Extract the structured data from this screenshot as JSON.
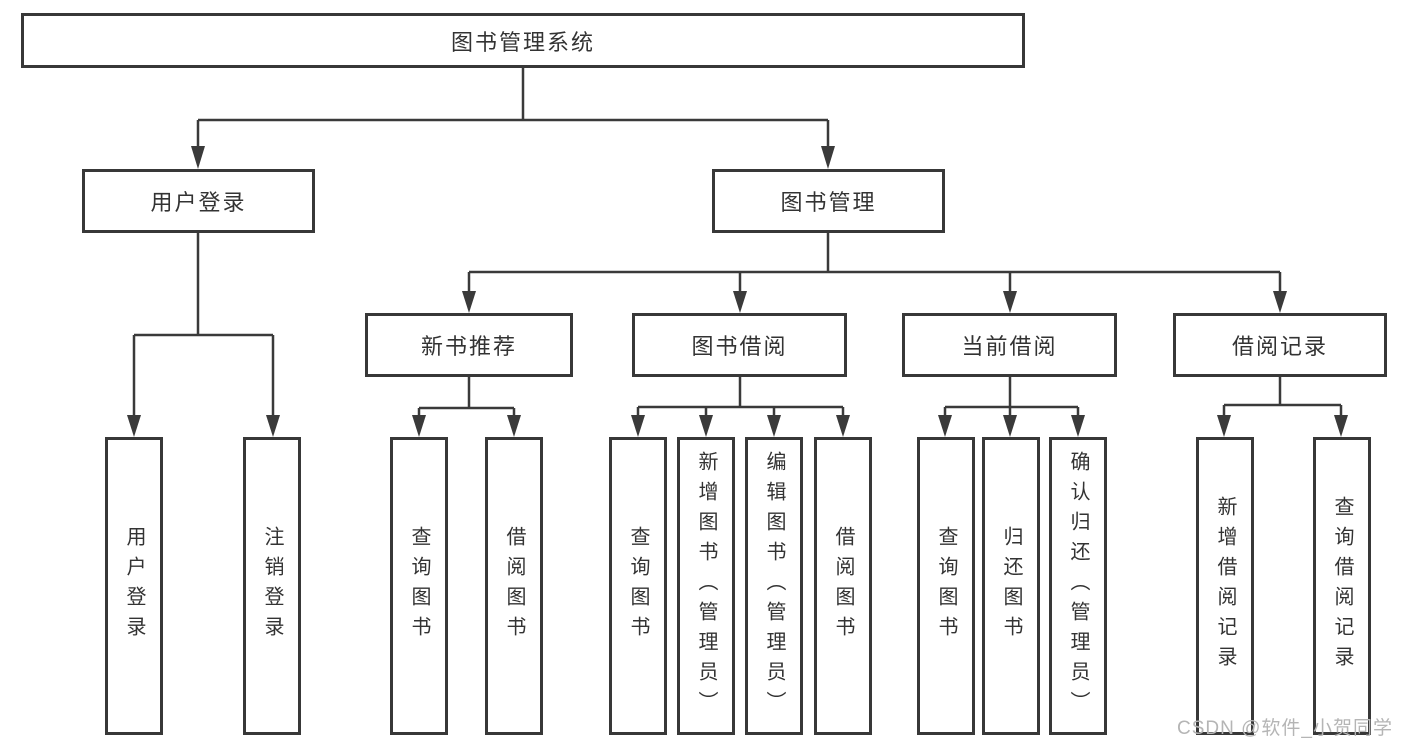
{
  "diagram_title": "图书管理系统",
  "tree": {
    "label": "图书管理系统",
    "children": [
      {
        "label": "用户登录",
        "children": [
          {
            "label": "用户登录"
          },
          {
            "label": "注销登录"
          }
        ]
      },
      {
        "label": "图书管理",
        "children": [
          {
            "label": "新书推荐",
            "children": [
              {
                "label": "查询图书"
              },
              {
                "label": "借阅图书"
              }
            ]
          },
          {
            "label": "图书借阅",
            "children": [
              {
                "label": "查询图书"
              },
              {
                "label": "新增图书（管理员）"
              },
              {
                "label": "编辑图书（管理员）"
              },
              {
                "label": "借阅图书"
              }
            ]
          },
          {
            "label": "当前借阅",
            "children": [
              {
                "label": "查询图书"
              },
              {
                "label": "归还图书"
              },
              {
                "label": "确认归还（管理员）"
              }
            ]
          },
          {
            "label": "借阅记录",
            "children": [
              {
                "label": "新增借阅记录"
              },
              {
                "label": "查询借阅记录"
              }
            ]
          }
        ]
      }
    ]
  },
  "watermark": "CSDN @软件_小贺同学",
  "colors": {
    "line": "#3a3a3a",
    "box_border": "#383838",
    "text": "#333333",
    "watermark_text": "#b5b5b5",
    "background": "#ffffff"
  }
}
